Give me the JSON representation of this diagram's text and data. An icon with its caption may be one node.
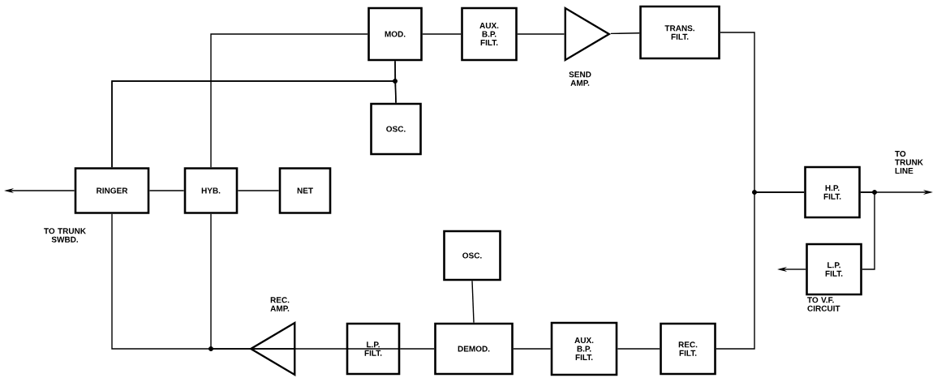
{
  "diagram": {
    "nodes": [
      {
        "text": [
          "RINGER"
        ]
      },
      {
        "text": [
          "HYB."
        ]
      },
      {
        "text": [
          "NET"
        ]
      },
      {
        "text": [
          "MOD."
        ]
      },
      {
        "text": [
          "OSC."
        ]
      },
      {
        "text": [
          "AUX. B.P. FILT."
        ]
      },
      {
        "text": [],
        "shape": "triangle",
        "beside": [
          "SEND AMP."
        ]
      },
      {
        "text": [
          "TRANS. FILT."
        ]
      },
      {
        "text": [
          "H.P. FILT."
        ]
      },
      {
        "text": [
          "L.P. FILT."
        ]
      },
      {
        "text": [
          "OSC."
        ]
      },
      {
        "text": [
          "DEMOD."
        ]
      },
      {
        "text": [
          "AUX. B.P. FILT."
        ]
      },
      {
        "text": [
          "REC. FILT."
        ]
      },
      {
        "text": [
          "L.P. FILT."
        ]
      },
      {
        "text": [],
        "shape": "triangle",
        "beside": [
          "REC. AMP."
        ]
      }
    ],
    "edges": [
      {
        "from": 0,
        "to": 1,
        "arrow": "none"
      },
      {
        "from": 1,
        "to": 2,
        "arrow": "none"
      },
      {
        "from": 0,
        "to": null,
        "arrow": "to"
      },
      {
        "from": 1,
        "to": 3,
        "arrow": "none"
      },
      {
        "from": 0,
        "to": 3,
        "arrow": "none"
      },
      {
        "from": 0,
        "to": 4,
        "arrow": "none"
      },
      {
        "from": 3,
        "to": 4,
        "arrow": "none"
      },
      {
        "from": 3,
        "to": 5,
        "arrow": "none"
      },
      {
        "from": 5,
        "to": 6,
        "arrow": "none"
      },
      {
        "from": 6,
        "to": 7,
        "arrow": "none"
      },
      {
        "from": 7,
        "to": 8,
        "arrow": "none"
      },
      {
        "from": 13,
        "to": 8,
        "arrow": "none"
      },
      {
        "from": 8,
        "to": null,
        "arrow": "to"
      },
      {
        "from": 8,
        "to": 9,
        "arrow": "none"
      },
      {
        "from": 9,
        "to": null,
        "arrow": "to"
      },
      {
        "from": 13,
        "to": 12,
        "arrow": "none"
      },
      {
        "from": 12,
        "to": 11,
        "arrow": "none"
      },
      {
        "from": 11,
        "to": 14,
        "arrow": "none"
      },
      {
        "from": 14,
        "to": 15,
        "arrow": "none"
      },
      {
        "from": 11,
        "to": 10,
        "arrow": "none"
      },
      {
        "from": 15,
        "to": 1,
        "arrow": "none"
      },
      {
        "from": 15,
        "to": 0,
        "arrow": "none"
      }
    ],
    "labels": [
      "TO TRUNK SWBD.",
      "TO TRUNK LINE",
      "TO V.F. CIRCUIT"
    ]
  }
}
